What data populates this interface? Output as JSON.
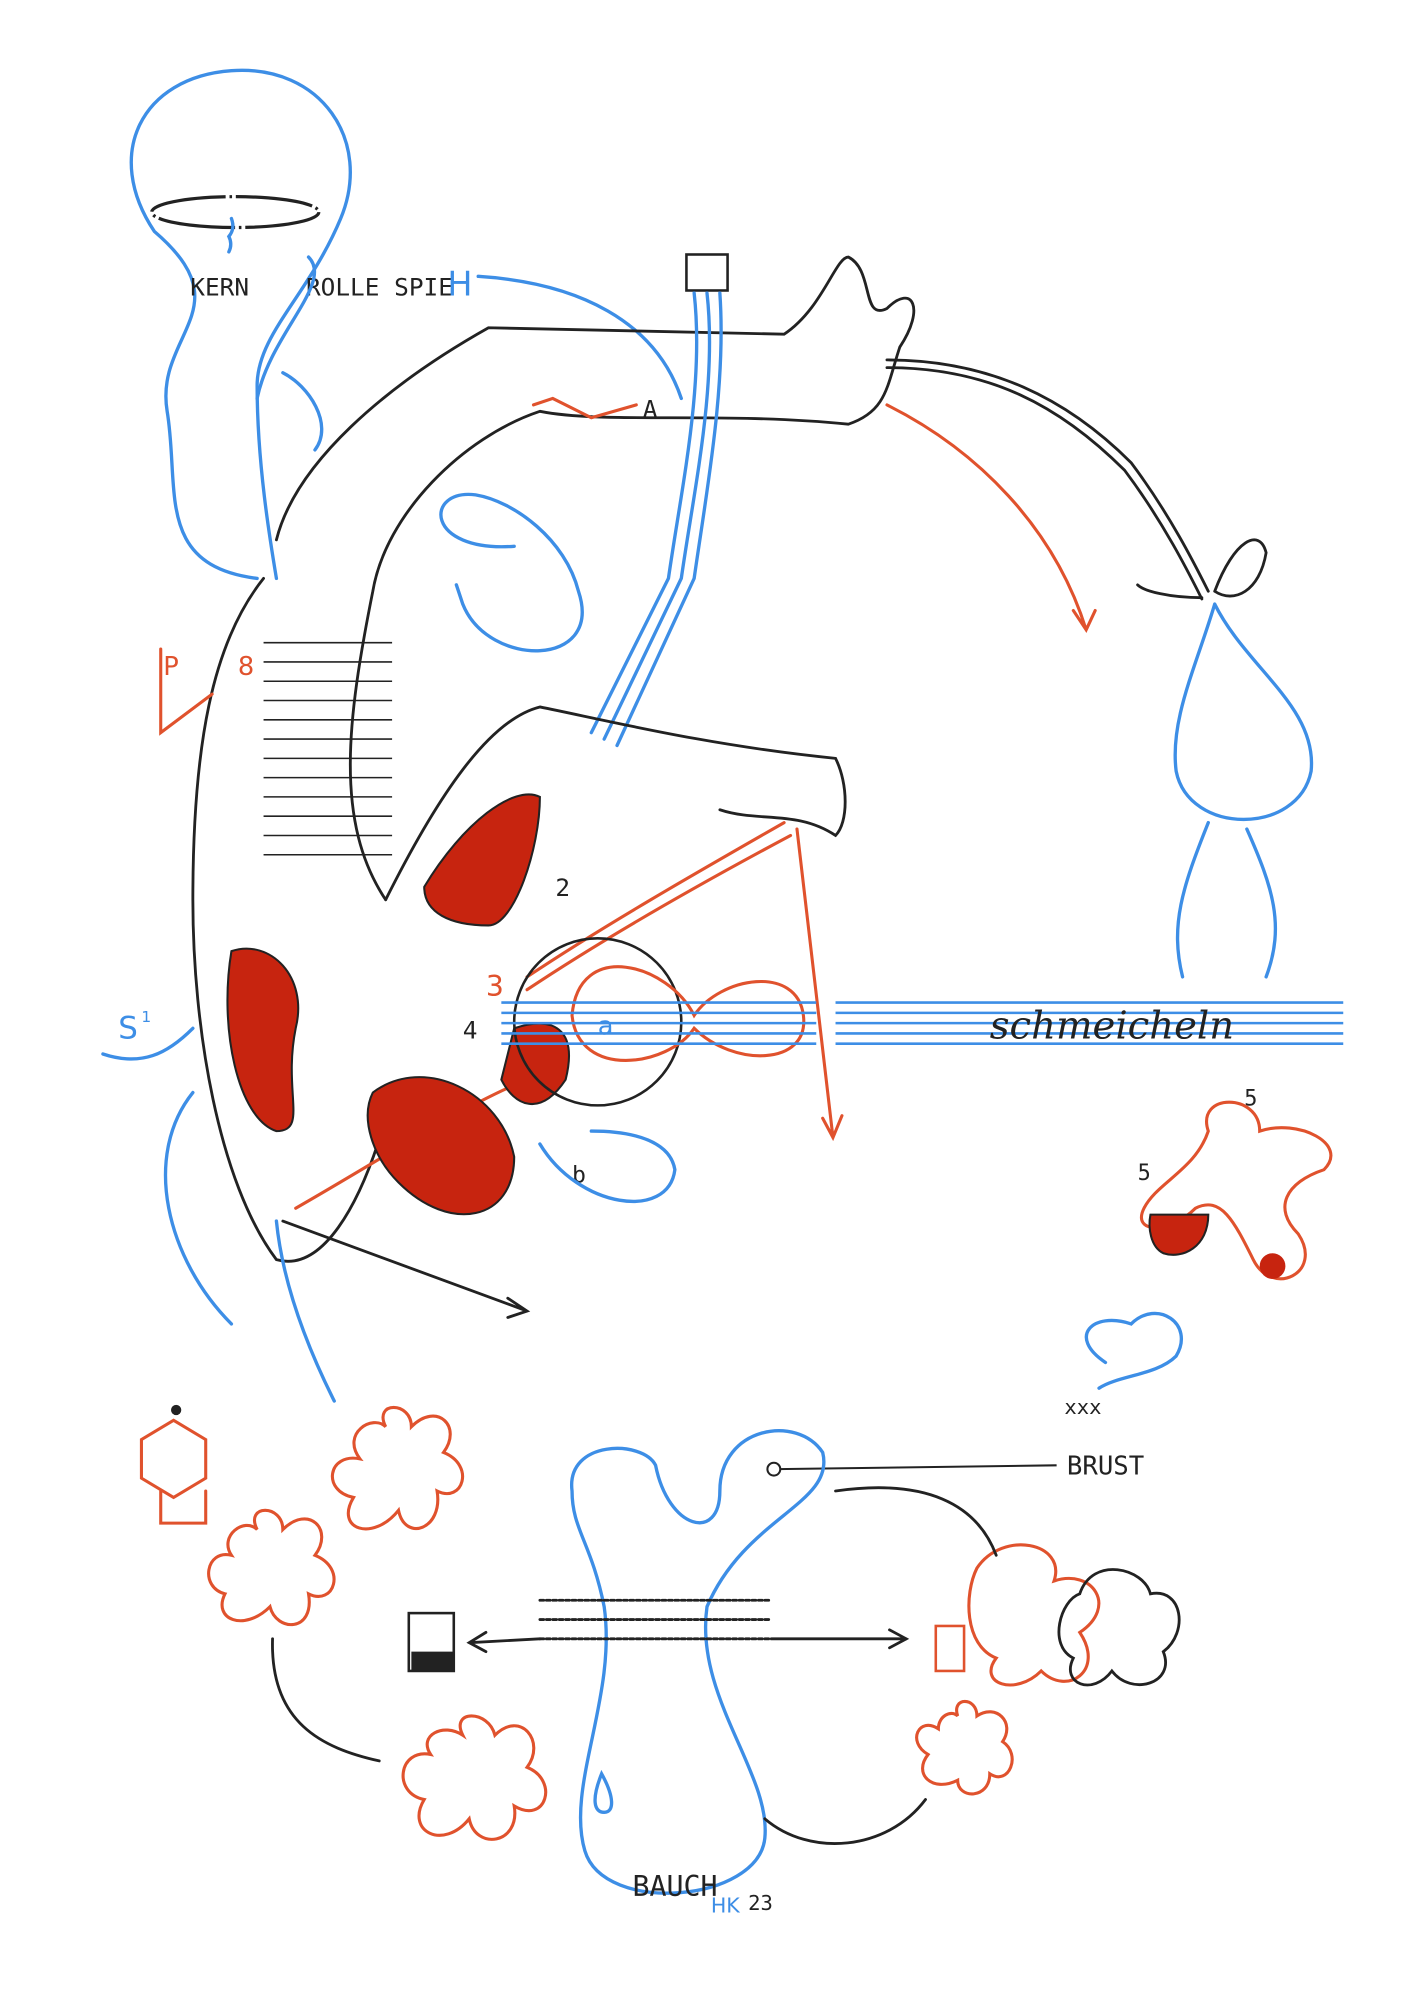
{
  "colors": {
    "ink_black": "#222222",
    "ink_blue": "#3d8ee6",
    "ink_red": "#e0522d",
    "fill_red": "#c7240f",
    "paper": "#ffffff"
  },
  "labels": {
    "kern": "KERN",
    "rolle_spiel": "ROLLE SPIE",
    "blue_h": "H",
    "a_upper": "A",
    "p": "P",
    "red_8": "8",
    "two": "2",
    "three": "3",
    "four": "4",
    "a_lower": "a",
    "b_lower": "b",
    "s": "S",
    "s_sup": "1",
    "schmeicheln": "schmeicheln",
    "five_left": "5",
    "five_top": "5",
    "xxx": "xxx",
    "brust": "BRUST",
    "bauch": "BAUCH",
    "sig_hk": "HK",
    "sig_year": "23"
  }
}
